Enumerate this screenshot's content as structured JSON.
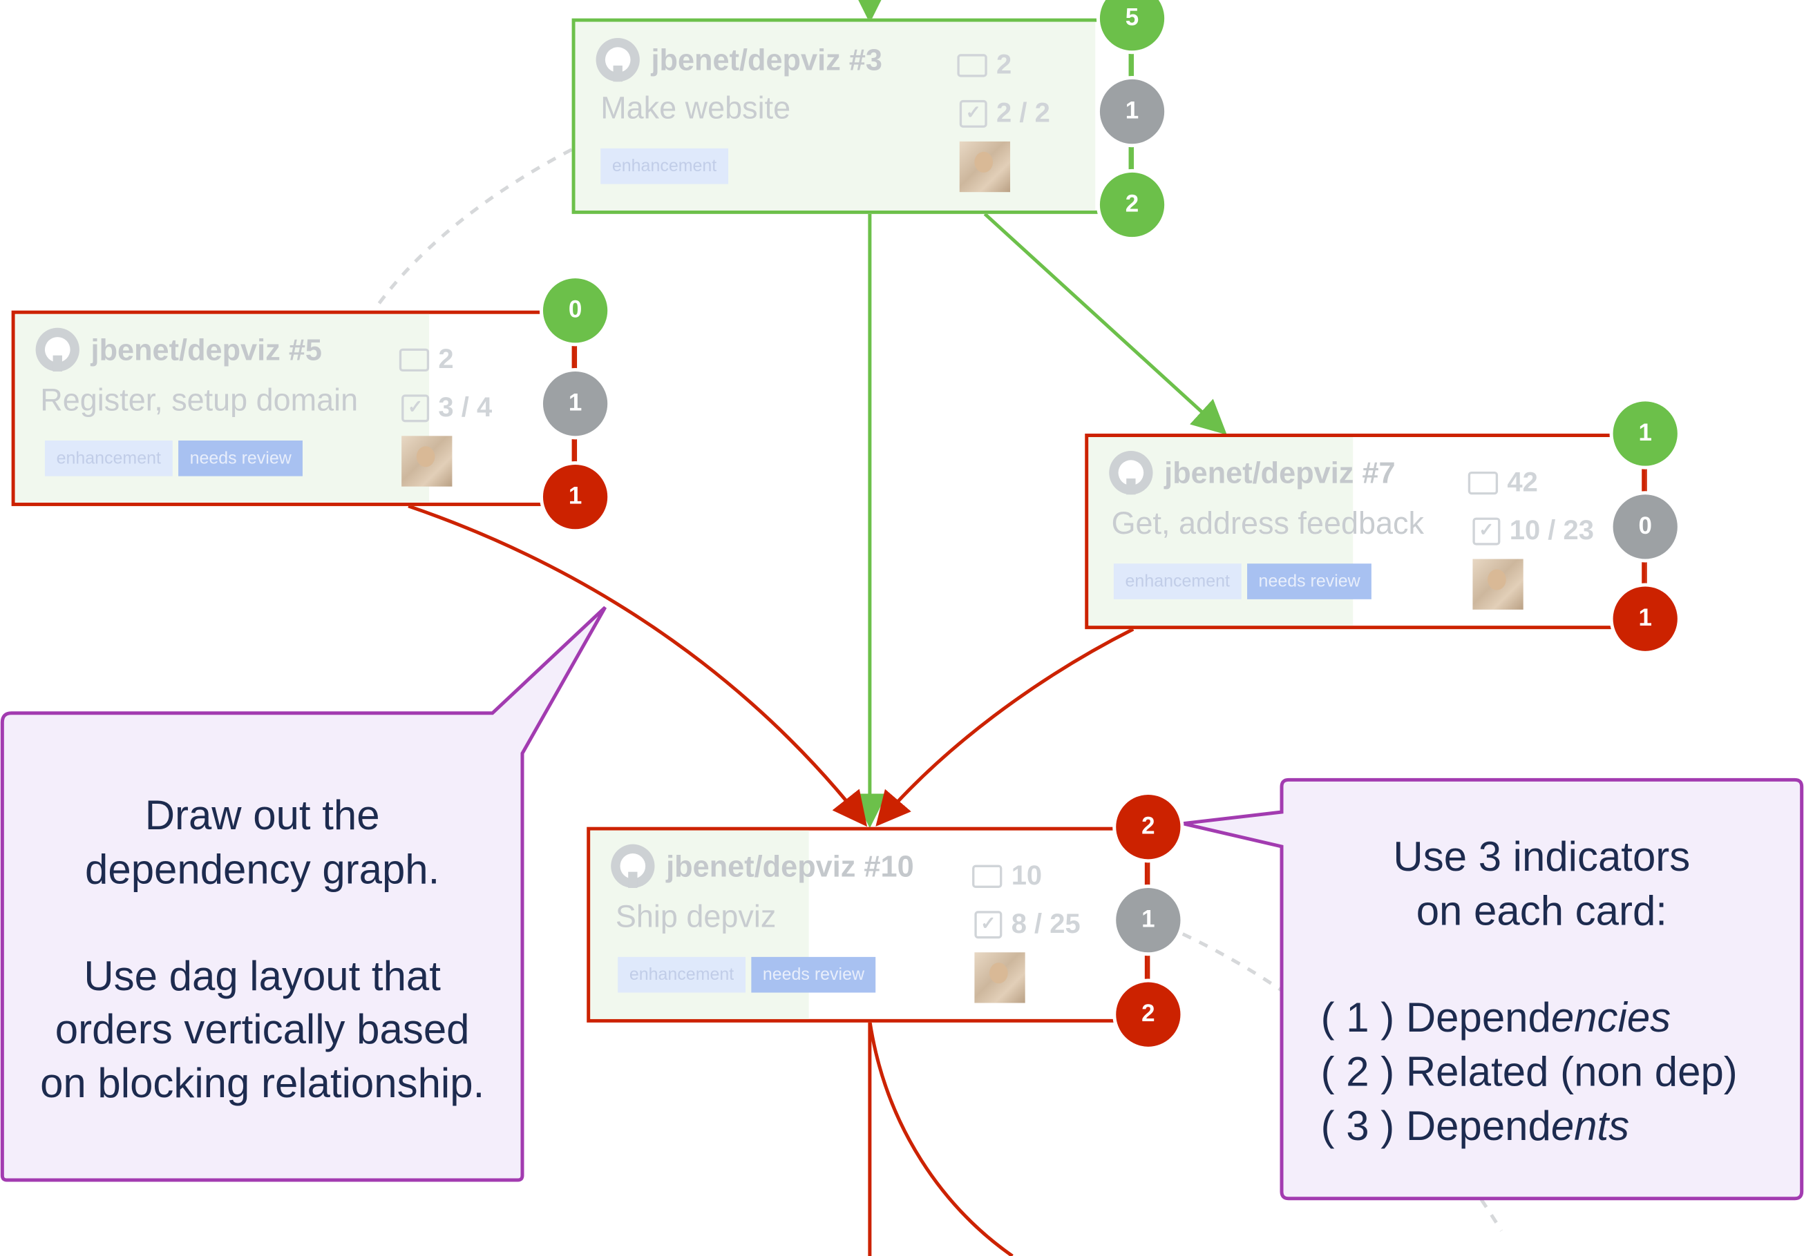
{
  "cards": {
    "c3": {
      "repo": "jbenet/depviz #3",
      "title": "Make website",
      "comments": "2",
      "tasks": "2 / 2",
      "labels": [
        "enhancement"
      ]
    },
    "c5": {
      "repo": "jbenet/depviz #5",
      "title": "Register, setup domain",
      "comments": "2",
      "tasks": "3 / 4",
      "labels": [
        "enhancement",
        "needs review"
      ]
    },
    "c7": {
      "repo": "jbenet/depviz #7",
      "title": "Get, address feedback",
      "comments": "42",
      "tasks": "10 / 23",
      "labels": [
        "enhancement",
        "needs review"
      ]
    },
    "c10": {
      "repo": "jbenet/depviz #10",
      "title": "Ship depviz",
      "comments": "10",
      "tasks": "8 / 25",
      "labels": [
        "enhancement",
        "needs review"
      ]
    }
  },
  "indicators": {
    "c3": [
      "5",
      "1",
      "2"
    ],
    "c5": [
      "0",
      "1",
      "1"
    ],
    "c7": [
      "1",
      "0",
      "1"
    ],
    "c10": [
      "2",
      "1",
      "2"
    ]
  },
  "callouts": {
    "left": {
      "lines_a": [
        "Draw out the",
        "dependency graph."
      ],
      "lines_b": [
        "Use dag layout that",
        "orders vertically based",
        "on blocking relationship."
      ]
    },
    "right": {
      "heading": [
        "Use 3 indicators",
        "on each card:"
      ],
      "items": [
        {
          "prefix": "( 1 ) Depend",
          "suffix": "encies"
        },
        {
          "prefix": "( 2 ) Related (non dep)",
          "suffix": ""
        },
        {
          "prefix": "( 3 ) Depend",
          "suffix": "ents"
        }
      ]
    }
  },
  "colors": {
    "dependency_done": "#6cc04a",
    "blocking": "#cc2200",
    "related": "#9da1a4",
    "callout_border": "#a23bb0",
    "callout_fill": "#f4eefb"
  }
}
